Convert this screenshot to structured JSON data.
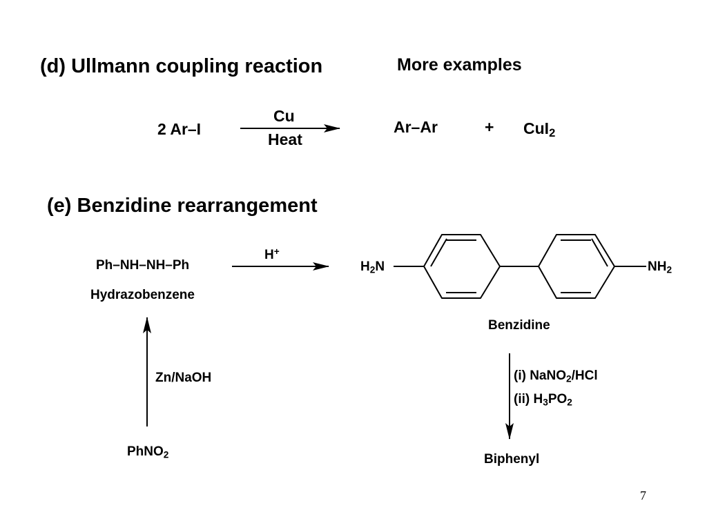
{
  "section_d": {
    "heading": "(d) Ullmann coupling reaction",
    "more_examples": "More examples",
    "reactant": "2 Ar–I",
    "catalyst": "Cu",
    "condition": "Heat",
    "product": "Ar–Ar",
    "plus": "+",
    "byproduct_base": "CuI",
    "byproduct_sub": "2"
  },
  "section_e": {
    "heading": "(e) Benzidine rearrangement",
    "reactant": "Ph–NH–NH–Ph",
    "reactant_name": "Hydrazobenzene",
    "acid_base": "H",
    "acid_sup": "+",
    "left_amine_h": "H",
    "left_amine_sub": "2",
    "left_amine_n": "N",
    "right_amine": "NH",
    "right_amine_sub": "2",
    "product_name": "Benzidine",
    "reduction_reagent": "Zn/NaOH",
    "nitro_base": "PhNO",
    "nitro_sub": "2",
    "step1_prefix": "(i) NaNO",
    "step1_sub": "2",
    "step1_suffix": "/HCl",
    "step2_prefix": "(ii) H",
    "step2_sub1": "3",
    "step2_mid": "PO",
    "step2_sub2": "2",
    "final_product": "Biphenyl"
  },
  "page_number": "7"
}
